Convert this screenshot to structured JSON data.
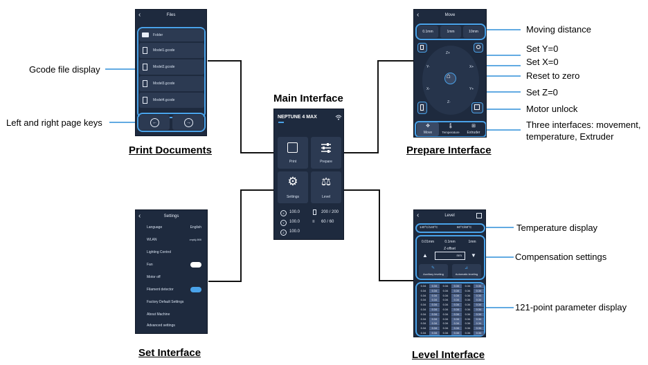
{
  "captions": {
    "main": "Main Interface",
    "print": "Print Documents",
    "prepare": "Prepare Interface",
    "set": "Set Interface",
    "level": "Level Interface"
  },
  "annotations": {
    "gcode": "Gcode file display",
    "page_keys": "Left and right page keys",
    "moving_distance": "Moving distance",
    "set_y": "Set Y=0",
    "set_x": "Set X=0",
    "reset": "Reset to zero",
    "set_z": "Set Z=0",
    "motor_unlock": "Motor unlock",
    "three_interfaces_1": "Three interfaces: movement,",
    "three_interfaces_2": "temperature, Extruder",
    "temp_display": "Temperature display",
    "compensation": "Compensation settings",
    "points": "121-point parameter display"
  },
  "files_screen": {
    "title": "Files",
    "items": [
      "Folder",
      "Model1.gcode",
      "Model2.gcode",
      "Model3.gcode",
      "Model4.gcode"
    ]
  },
  "main_screen": {
    "title": "NEPTUNE 4 MAX",
    "tiles": [
      "Print",
      "Prepare",
      "Settings",
      "Level"
    ],
    "stats": {
      "x": "100.0",
      "y": "100.0",
      "z": "100.0",
      "nozzle": "200 / 200",
      "bed": "60 / 60"
    },
    "icons": {
      "wifi": "wifi-icon",
      "print": "print-icon",
      "prepare": "sliders-icon",
      "settings": "gear-icon",
      "level": "balance-scale-icon"
    }
  },
  "move_screen": {
    "title": "Move",
    "distances": [
      "0.1mm",
      "1mm",
      "10mm"
    ],
    "axes": {
      "zplus": "Z+",
      "yminus": "Y-",
      "xplus": "X+",
      "xminus": "X-",
      "yplus": "Y+",
      "zminus": "Z-"
    },
    "tabs": [
      "Move",
      "Temperature",
      "Extruder"
    ]
  },
  "settings_screen": {
    "title": "Settings",
    "rows": [
      {
        "label": "Language",
        "value": "English"
      },
      {
        "label": "WLAN",
        "value": "znpkj-666"
      },
      {
        "label": "Lighting Control",
        "value": ""
      },
      {
        "label": "Fan",
        "value": ""
      },
      {
        "label": "Motor off",
        "value": ""
      },
      {
        "label": "Filament detector",
        "value": ""
      },
      {
        "label": "Factory Default Settings",
        "value": ""
      },
      {
        "label": "About Machine",
        "value": ""
      },
      {
        "label": "Advanced settings",
        "value": ""
      }
    ]
  },
  "level_screen": {
    "title": "Level",
    "nozzle_temp": "140°C/140°C",
    "bed_temp": "60°C/60°C",
    "distances": [
      "0.01mm",
      "0.1mm",
      "1mm"
    ],
    "zoffset_label": "Z-offset",
    "zoffset_unit": "mm",
    "buttons": [
      "Auxiliary leveling",
      "Automatic leveling"
    ],
    "grid_value": "0.34"
  }
}
